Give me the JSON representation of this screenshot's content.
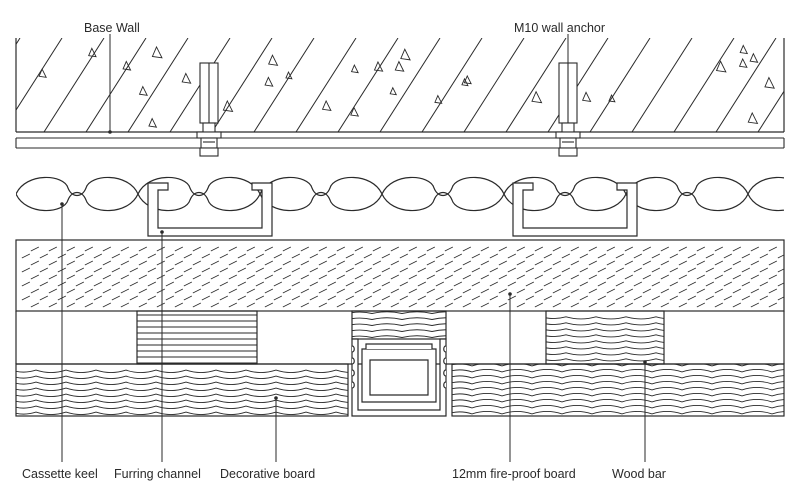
{
  "diagram": {
    "labels": {
      "base_wall": "Base Wall",
      "wall_anchor": "M10 wall anchor",
      "cassette_keel": "Cassette keel",
      "furring_channel": "Furring channel",
      "decorative_board": "Decorative board",
      "fireproof_board": "12mm fire-proof board",
      "wood_bar": "Wood bar"
    },
    "colors": {
      "line": "#2a2a2a",
      "background": "#ffffff"
    }
  }
}
